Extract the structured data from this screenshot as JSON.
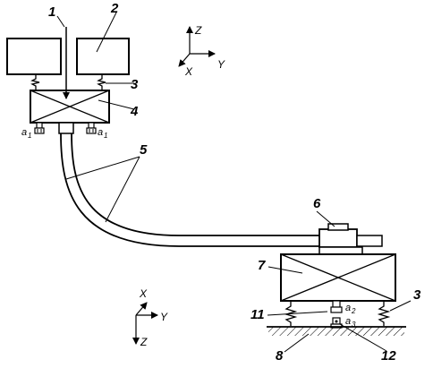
{
  "diagram": {
    "callouts": [
      "1",
      "2",
      "3",
      "4",
      "5",
      "6",
      "7",
      "3",
      "11",
      "12",
      "8"
    ],
    "axes_top": {
      "z": "Z",
      "x": "X",
      "y": "Y"
    },
    "axes_bottom": {
      "x": "X",
      "y": "Y",
      "z": "Z"
    },
    "sensors": {
      "a1_left": "a",
      "a1_left_sub": "1",
      "a1_right": "a",
      "a1_right_sub": "1",
      "a2": "a",
      "a2_sub": "2",
      "a3": "a",
      "a3_sub": "3"
    }
  }
}
